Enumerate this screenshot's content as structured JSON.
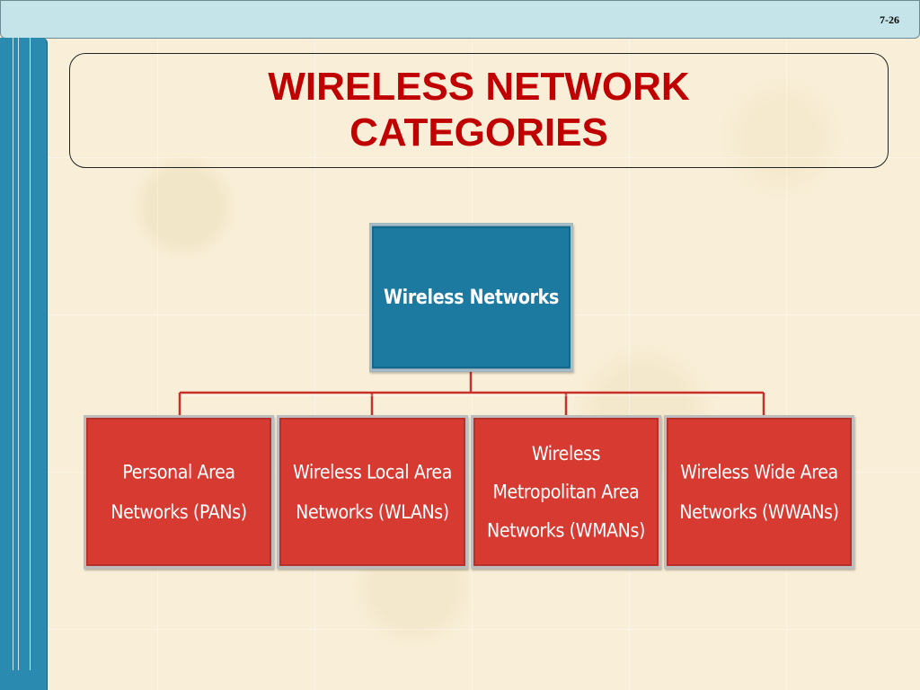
{
  "slide": {
    "number": "7-26",
    "title_lines": [
      "WIRELESS NETWORK",
      "CATEGORIES"
    ]
  },
  "diagram": {
    "root": "Wireless Networks",
    "children": [
      "Personal Area\nNetworks (PANs)",
      "Wireless Local Area\nNetworks (WLANs)",
      "Wireless\nMetropolitan Area\nNetworks (WMANs)",
      "Wireless Wide Area\nNetworks (WWANs)"
    ]
  },
  "colors": {
    "title": "#c00000",
    "root_box": "#1c7aa1",
    "child_box": "#d63a31",
    "connector": "#c8302a",
    "top_bar": "#c5e4ea",
    "left_bar": "#2a8ab0"
  }
}
